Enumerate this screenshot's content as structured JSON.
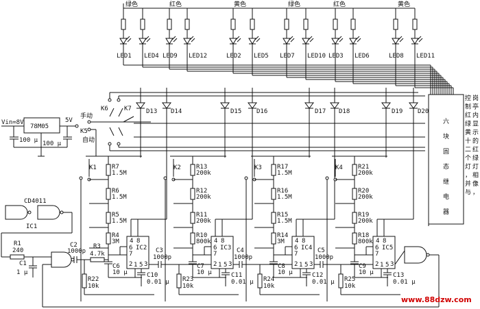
{
  "title_colors": [
    "绿色",
    "红色",
    "黄色",
    "绿色",
    "红色",
    "黄色"
  ],
  "leds": [
    "LED1",
    "LED4",
    "LED9",
    "LED12",
    "LED2",
    "LED5",
    "LED7",
    "LED10",
    "LED3",
    "LED6",
    "LED8",
    "LED11"
  ],
  "diodes": [
    "D13",
    "D14",
    "D15",
    "D16",
    "D17",
    "D18",
    "D19",
    "D20"
  ],
  "power": {
    "vin": "Vin=8V",
    "regulator": "78M05",
    "cap_in": "100 μ",
    "cap_out": "100 μ",
    "vout": "5V"
  },
  "switches": {
    "k6": "K6",
    "k7": "K7",
    "k5": "K5",
    "manual": "手动",
    "auto": "自动"
  },
  "relay": {
    "label": "六块固态继电器",
    "note_col1": "岗亭内显示的红绿灯相像，",
    "note_col2": "控制红绿黄十二个灯，并与"
  },
  "oscillator": {
    "gate": "CD4011",
    "ic": "IC1",
    "r1_name": "R1",
    "r1_value": "240",
    "c1_name": "C1",
    "c1_value": "1 μ"
  },
  "stages": [
    {
      "k": "K1",
      "ic": "IC2",
      "resistors": [
        [
          "R7",
          "1.5M"
        ],
        [
          "R6",
          "1.5M"
        ],
        [
          "R5",
          "1.5M"
        ],
        [
          "R4",
          "3M"
        ]
      ],
      "cc": [
        "C2",
        "1000p"
      ],
      "rs": [
        "R3",
        "4.7k"
      ],
      "ct": [
        "C6",
        "10 μ"
      ],
      "cf": [
        "C10",
        "0.01 μ"
      ],
      "rg": [
        "R22",
        "10k"
      ]
    },
    {
      "k": "K2",
      "ic": "IC3",
      "resistors": [
        [
          "R13",
          "200k"
        ],
        [
          "R12",
          "200k"
        ],
        [
          "R11",
          "200k"
        ],
        [
          "R10",
          "800k"
        ]
      ],
      "cc": [
        "C3",
        "1000p"
      ],
      "ct": [
        "C7",
        "10 μ"
      ],
      "cf": [
        "C11",
        "0.01 μ"
      ],
      "rg": [
        "R23",
        "10k"
      ]
    },
    {
      "k": "K3",
      "ic": "IC4",
      "resistors": [
        [
          "R17",
          "1.5M"
        ],
        [
          "R16",
          "1.5M"
        ],
        [
          "R15",
          "1.5M"
        ],
        [
          "R14",
          "3M"
        ]
      ],
      "cc": [
        "C4",
        "1000p"
      ],
      "ct": [
        "C8",
        "10 μ"
      ],
      "cf": [
        "C12",
        "0.01 μ"
      ],
      "rg": [
        "R24",
        "10k"
      ]
    },
    {
      "k": "K4",
      "ic": "IC5",
      "resistors": [
        [
          "R21",
          "200k"
        ],
        [
          "R20",
          "200k"
        ],
        [
          "R19",
          "200k"
        ],
        [
          "R18",
          "800k"
        ]
      ],
      "cc": [
        "C5",
        "1000p"
      ],
      "ct": [
        "C9",
        "10 μ"
      ],
      "cf": [
        "C13",
        "0.01 μ"
      ],
      "rg": [
        "R25",
        "10k"
      ]
    }
  ],
  "pins": {
    "p4": "4",
    "p8": "8",
    "p6": "6",
    "p7": "7",
    "p2": "2",
    "p3": "3",
    "p1": "1",
    "p5": "5"
  },
  "watermark": "www.88dzw.com"
}
